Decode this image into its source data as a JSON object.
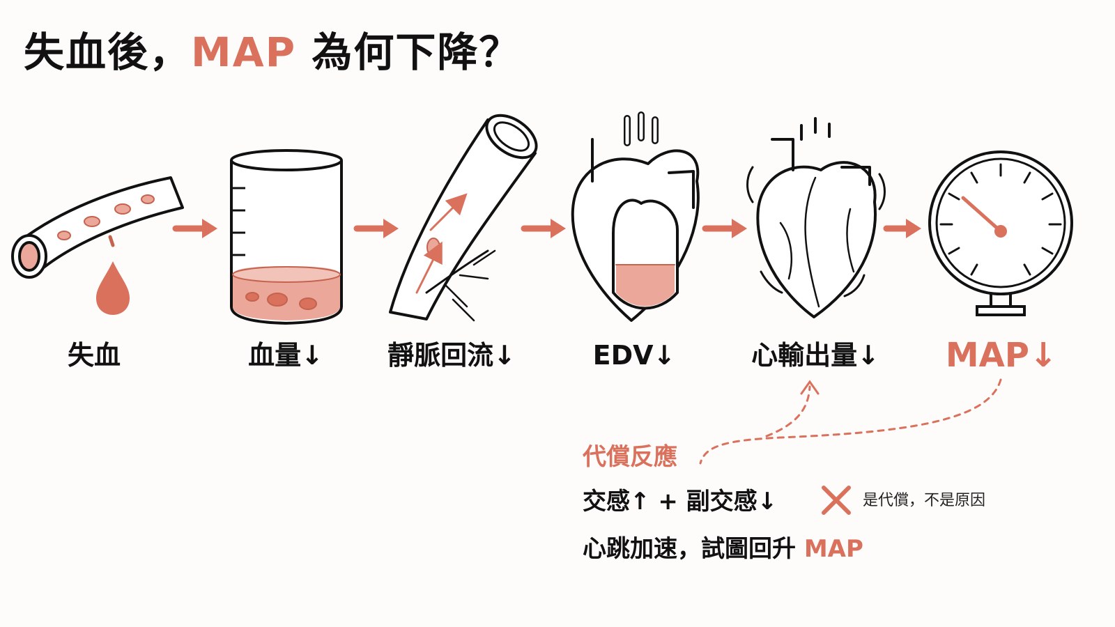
{
  "title": {
    "prefix": "失血後，",
    "highlight": "MAP",
    "suffix": " 為何下降？"
  },
  "steps": [
    {
      "label": "失血"
    },
    {
      "label": "血量↓"
    },
    {
      "label": "靜脈回流↓"
    },
    {
      "label": "EDV↓"
    },
    {
      "label": "心輸出量↓"
    },
    {
      "label": "MAP↓"
    }
  ],
  "compensation": {
    "title": "代償反應",
    "line1": "交感↑ + 副交感↓",
    "note": "是代償，不是原因",
    "line2_prefix": "心跳加速，試圖回升 ",
    "line2_highlight": "MAP"
  },
  "colors": {
    "accent": "#d9715c",
    "fill": "#eaa79a",
    "ink": "#111111"
  }
}
